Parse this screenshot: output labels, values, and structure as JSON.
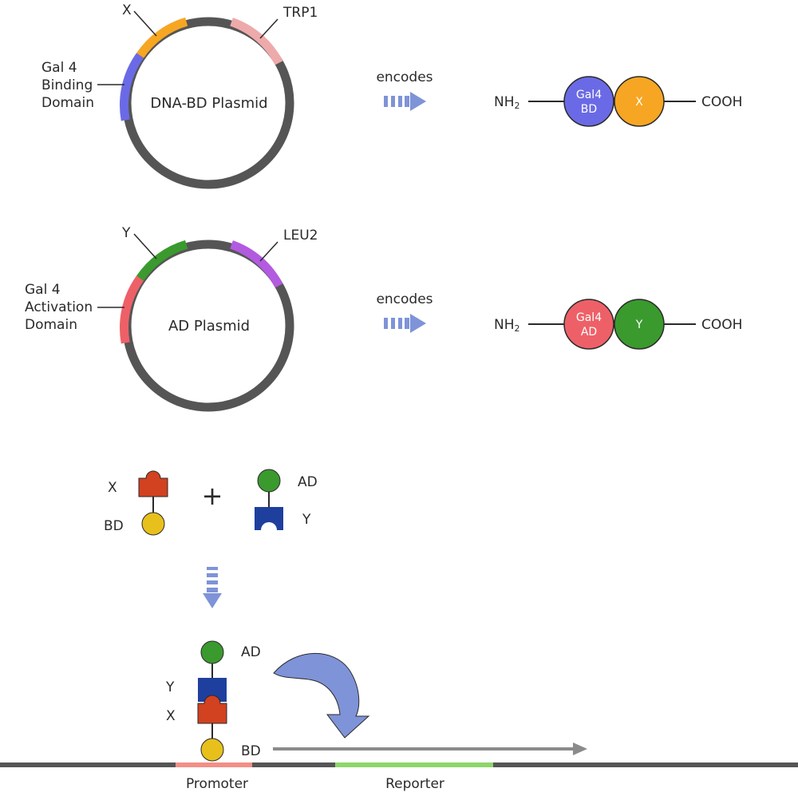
{
  "colors": {
    "backbone": "#555555",
    "bd_blue": "#6b6ae6",
    "x_orange": "#f6a623",
    "trp1_pink": "#eeaaaa",
    "y_green": "#3a9a2e",
    "leu2_purple": "#b25ae0",
    "ad_red": "#ee6068",
    "arrow_blue": "#7f93d8",
    "brick_red": "#d24120",
    "navy": "#1f3f9e",
    "yellow": "#e8c01c",
    "promoter": "#f28f86",
    "reporter": "#8dd66a",
    "gray_arrow": "#8b8b8b"
  },
  "plasmid1": {
    "name": "DNA-BD Plasmid",
    "labels": {
      "x": "X",
      "trp1": "TRP1",
      "bd_line1": "Gal 4",
      "bd_line2": "Binding",
      "bd_line3": "Domain"
    }
  },
  "plasmid2": {
    "name": "AD Plasmid",
    "labels": {
      "y": "Y",
      "leu2": "LEU2",
      "ad_line1": "Gal 4",
      "ad_line2": "Activation",
      "ad_line3": "Domain"
    }
  },
  "encodes": "encodes",
  "protein1": {
    "n_term": "NH",
    "n_sub": "2",
    "c_term": "COOH",
    "domain1_line1": "Gal4",
    "domain1_line2": "BD",
    "domain2": "X"
  },
  "protein2": {
    "n_term": "NH",
    "n_sub": "2",
    "c_term": "COOH",
    "domain1_line1": "Gal4",
    "domain1_line2": "AD",
    "domain2": "Y"
  },
  "interaction": {
    "x": "X",
    "bd": "BD",
    "plus": "+",
    "ad": "AD",
    "y": "Y"
  },
  "complex": {
    "ad": "AD",
    "y": "Y",
    "x": "X",
    "bd": "BD"
  },
  "dna": {
    "promoter": "Promoter",
    "reporter": "Reporter"
  }
}
